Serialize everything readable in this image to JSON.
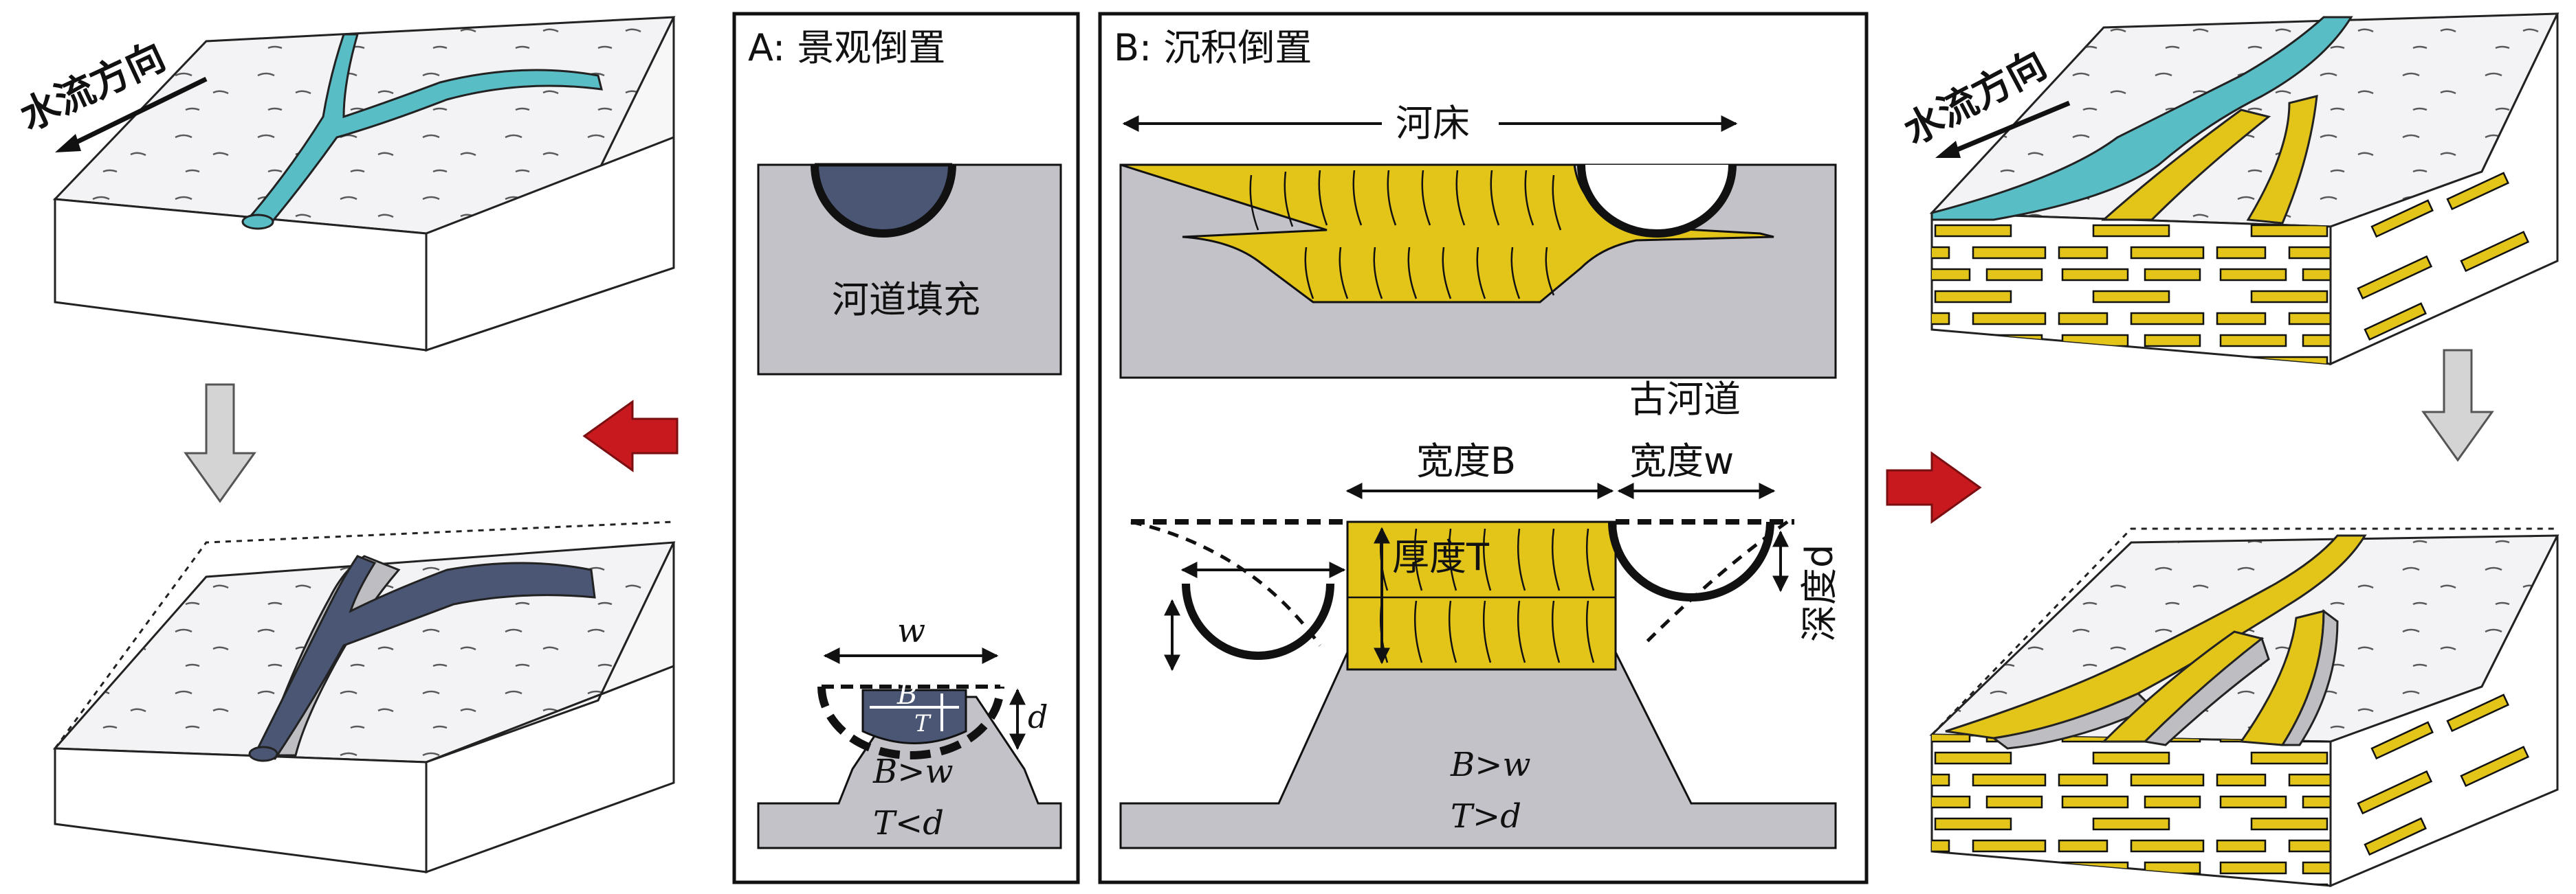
{
  "left_block": {
    "flow_label": "水流方向"
  },
  "panel_a": {
    "title": "A: 景观倒置",
    "fill_label": "河道填充",
    "w_label": "w",
    "b_label": "B",
    "t_label": "T",
    "d_label": "d",
    "rel1": "B>w",
    "rel2": "T<d"
  },
  "panel_b": {
    "title": "B: 沉积倒置",
    "riverbed_label": "河床",
    "paleo_channel_label": "古河道",
    "width_b_label": "宽度B",
    "width_w_label": "宽度w",
    "thickness_label": "厚度T",
    "depth_label": "深度d",
    "rel1": "B>w",
    "rel2": "T>d"
  },
  "right_block": {
    "flow_label": "水流方向"
  },
  "colors": {
    "channel_water": "#59bdc6",
    "channel_fill": "#4a5673",
    "sediment": "#e3c51a",
    "bedrock": "#c4c2c9",
    "arrow_red": "#c8191e",
    "arrow_gray": "#d4d4d4"
  }
}
